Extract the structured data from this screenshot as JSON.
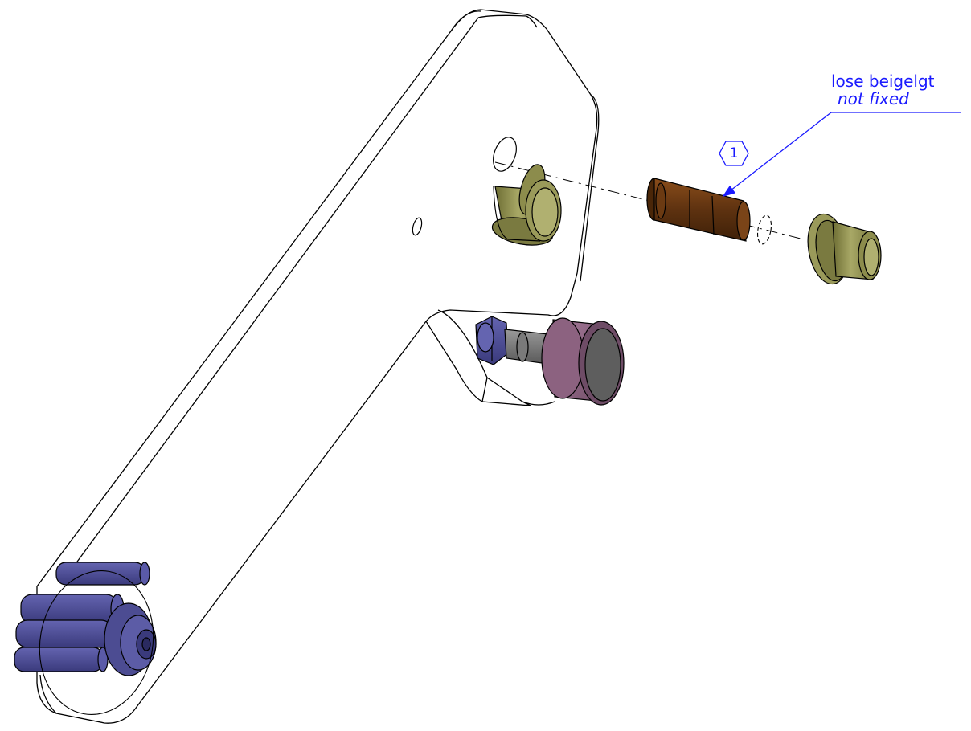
{
  "annotation": {
    "text_german": "lose beigelgt",
    "text_english": "not fixed",
    "balloon_number": "1"
  },
  "colors": {
    "outline": "#000000",
    "annotation": "#1a1aff",
    "bushing": "#8a8a48",
    "pin": "#6b3a10",
    "roller_pink": "#8c6280",
    "roller_dark": "#555555",
    "nut_blue": "#5a5aa8",
    "bolt_grey": "#6f6f6f",
    "blue_parts": "#4c4c92"
  },
  "icons": {
    "balloon": "hexagon-balloon-icon"
  }
}
